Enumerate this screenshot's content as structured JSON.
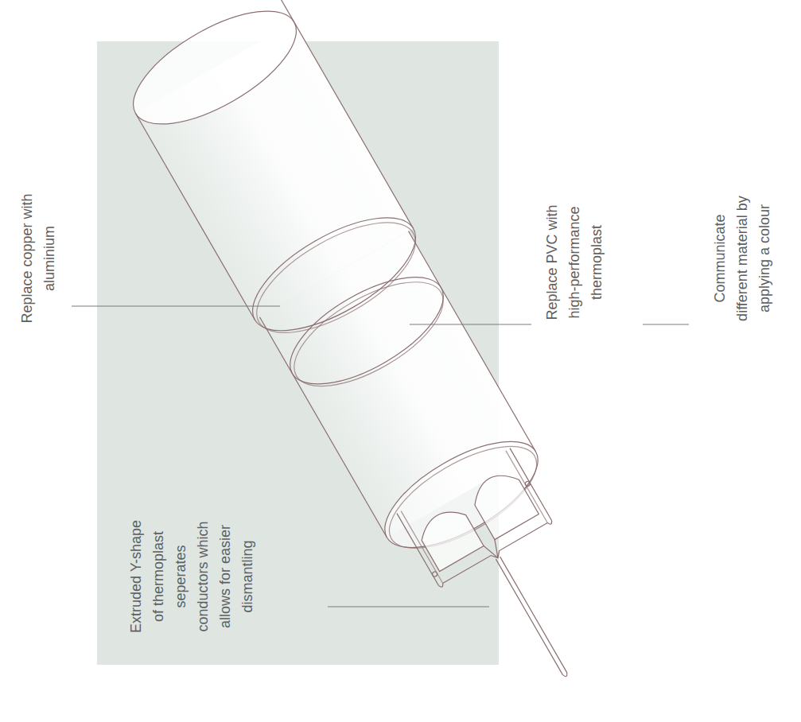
{
  "diagram": {
    "labels": [
      "Replace copper with aluminium",
      "Replace PVC with high-performance thermoplast",
      "Communicate different material by applying a colour",
      "Extruded Y-shape of thermoplast seperates conductors which allows for easier dismantling"
    ]
  }
}
